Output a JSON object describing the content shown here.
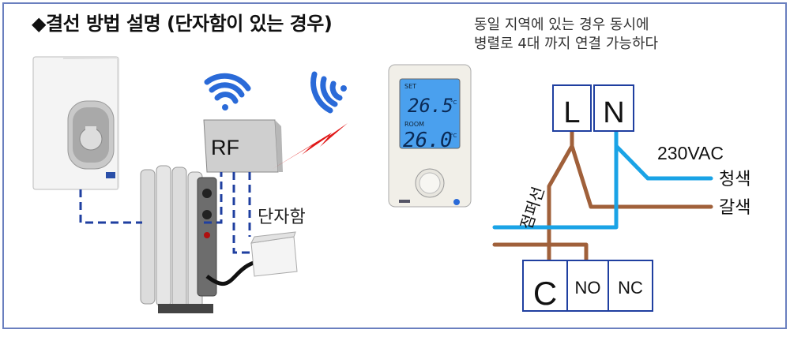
{
  "title": "◆결선 방법 설명 (단자함이 있는 경우)",
  "note_line1": "동일 지역에 있는 경우 동시에",
  "note_line2": "병렬로 4대 까지 연결 가능하다",
  "rf_label": "RF",
  "junction_box_label": "단자함",
  "thermostat": {
    "set_label": "SET",
    "set_value": "26.5",
    "room_label": "ROOM",
    "room_value": "26.0",
    "unit": "°C"
  },
  "terminals": {
    "top": [
      "L",
      "N"
    ],
    "bottom": [
      "C",
      "NO",
      "NC"
    ]
  },
  "voltage_label": "230VAC",
  "wire_blue_label": "청색",
  "wire_brown_label": "갈색",
  "jumper_label": "점퍼선",
  "colors": {
    "frame": "#6a7fbf",
    "dashed_link": "#1f3fa0",
    "blue_wire": "#1aa3e6",
    "brown_wire": "#a0603a",
    "lightning": "#e01818",
    "wifi": "#2a6ad8",
    "lcd": "#4aa0ee"
  }
}
